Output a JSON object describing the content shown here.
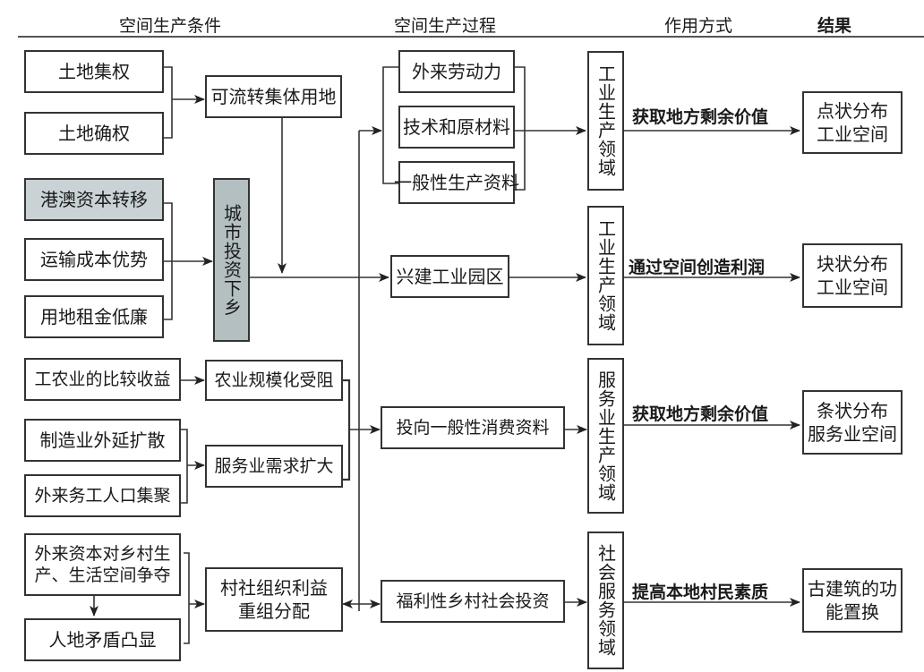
{
  "headers": {
    "conditions": "空间生产条件",
    "process": "空间生产过程",
    "mode": "作用方式",
    "result": "结果"
  },
  "conditions": {
    "land_collective": "土地集权",
    "land_confirm": "土地确权",
    "transferable_land": "可流转集体用地",
    "hk_macao_capital": "港澳资本转移",
    "transport_cost": "运输成本优势",
    "low_rent": "用地租金低廉",
    "urban_investment": "城市投资下乡",
    "comparative_income": "工农业的比较收益",
    "agri_scale_blocked": "农业规模化受阻",
    "manufacturing_spread": "制造业外延扩散",
    "migrant_gathering": "外来务工人口集聚",
    "service_demand": "服务业需求扩大",
    "external_capital_line1": "外来资本对乡村生",
    "external_capital_line2": "产、生活空间争夺",
    "human_land_conflict": "人地矛盾凸显",
    "village_interest_line1": "村社组织利益",
    "village_interest_line2": "重组分配"
  },
  "process": {
    "migrant_labor": "外来劳动力",
    "tech_materials": "技术和原材料",
    "general_means": "一般性生产资料",
    "industrial_park": "兴建工业园区",
    "consumer_goods": "投向一般性消费资料",
    "welfare_investment": "福利性乡村社会投资"
  },
  "domains": {
    "industrial_1": "工业生产领域",
    "industrial_2": "工业生产领域",
    "service": "服务业生产领域",
    "social_service": "社会服务领域"
  },
  "modes": {
    "surplus_1": "获取地方剩余价值",
    "profit": "通过空间创造利润",
    "surplus_2": "获取地方剩余价值",
    "quality": "提高本地村民素质"
  },
  "results": {
    "point_line1": "点状分布",
    "point_line2": "工业空间",
    "block_line1": "块状分布",
    "block_line2": "工业空间",
    "strip_line1": "条状分布",
    "strip_line2": "服务业空间",
    "heritage_line1": "古建筑的功",
    "heritage_line2": "能置换"
  },
  "colors": {
    "gray_box": "#c9d2d4",
    "gray_vbox": "#b4bfc2",
    "line": "#333333"
  }
}
